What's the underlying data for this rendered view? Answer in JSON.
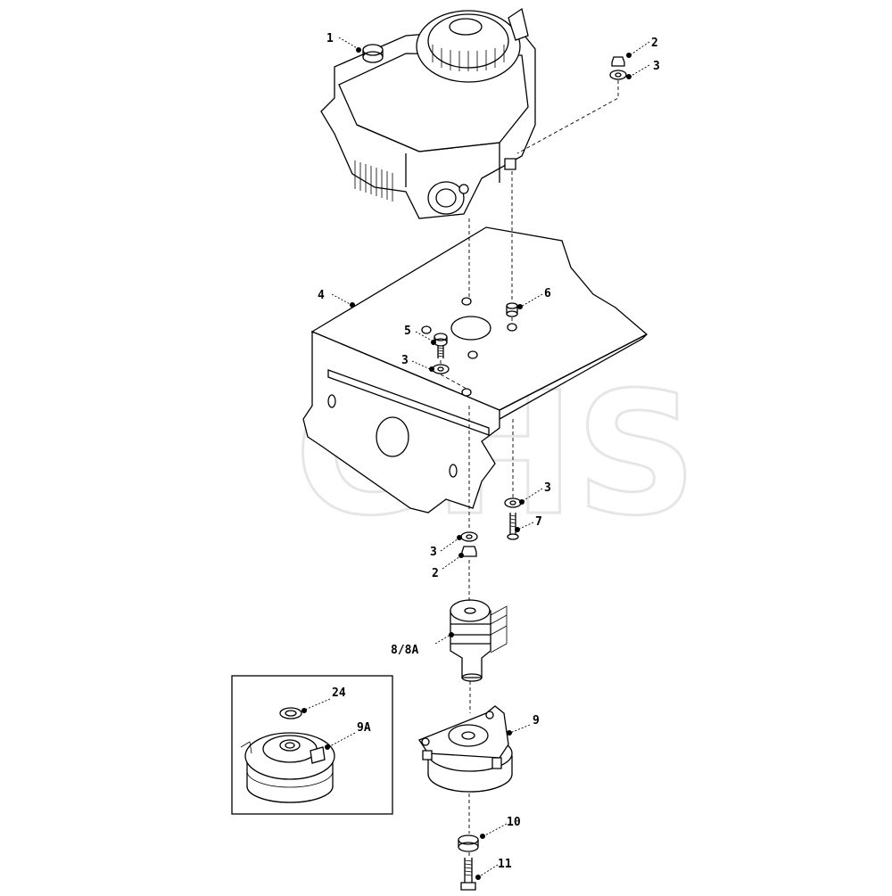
{
  "watermark": "GHS",
  "callouts": [
    {
      "label": "1"
    },
    {
      "label": "2"
    },
    {
      "label": "3"
    },
    {
      "label": "4"
    },
    {
      "label": "6"
    },
    {
      "label": "5"
    },
    {
      "label": "3"
    },
    {
      "label": "3"
    },
    {
      "label": "7"
    },
    {
      "label": "3"
    },
    {
      "label": "2"
    },
    {
      "label": "8/8A"
    },
    {
      "label": "24"
    },
    {
      "label": "9A"
    },
    {
      "label": "9"
    },
    {
      "label": "10"
    },
    {
      "label": "11"
    }
  ]
}
